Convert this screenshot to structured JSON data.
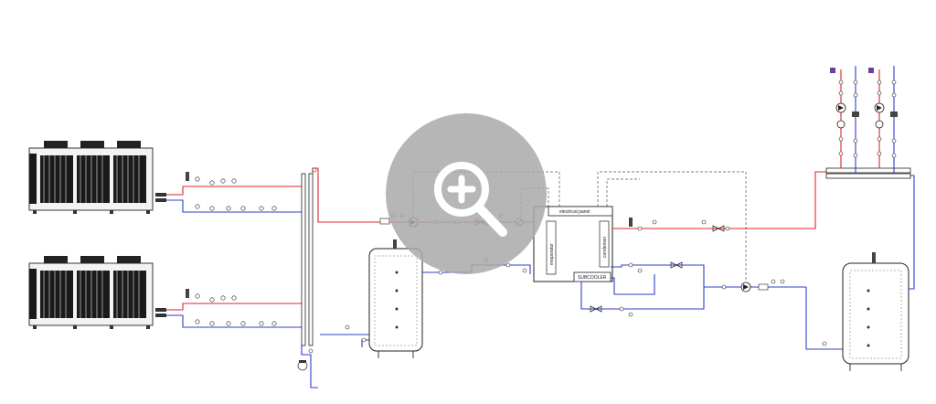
{
  "labels": {
    "electrical_panel": "electrical panel",
    "evaporator": "evaporator",
    "condenser": "condenser",
    "subcooler": "SUBCOOLER"
  },
  "overlay": {
    "icon": "zoom-in-icon"
  },
  "colors": {
    "supply_line": "#e0242a",
    "return_line": "#2f3fc9",
    "equipment": "#222222",
    "overlay": "#a9a9a9"
  }
}
